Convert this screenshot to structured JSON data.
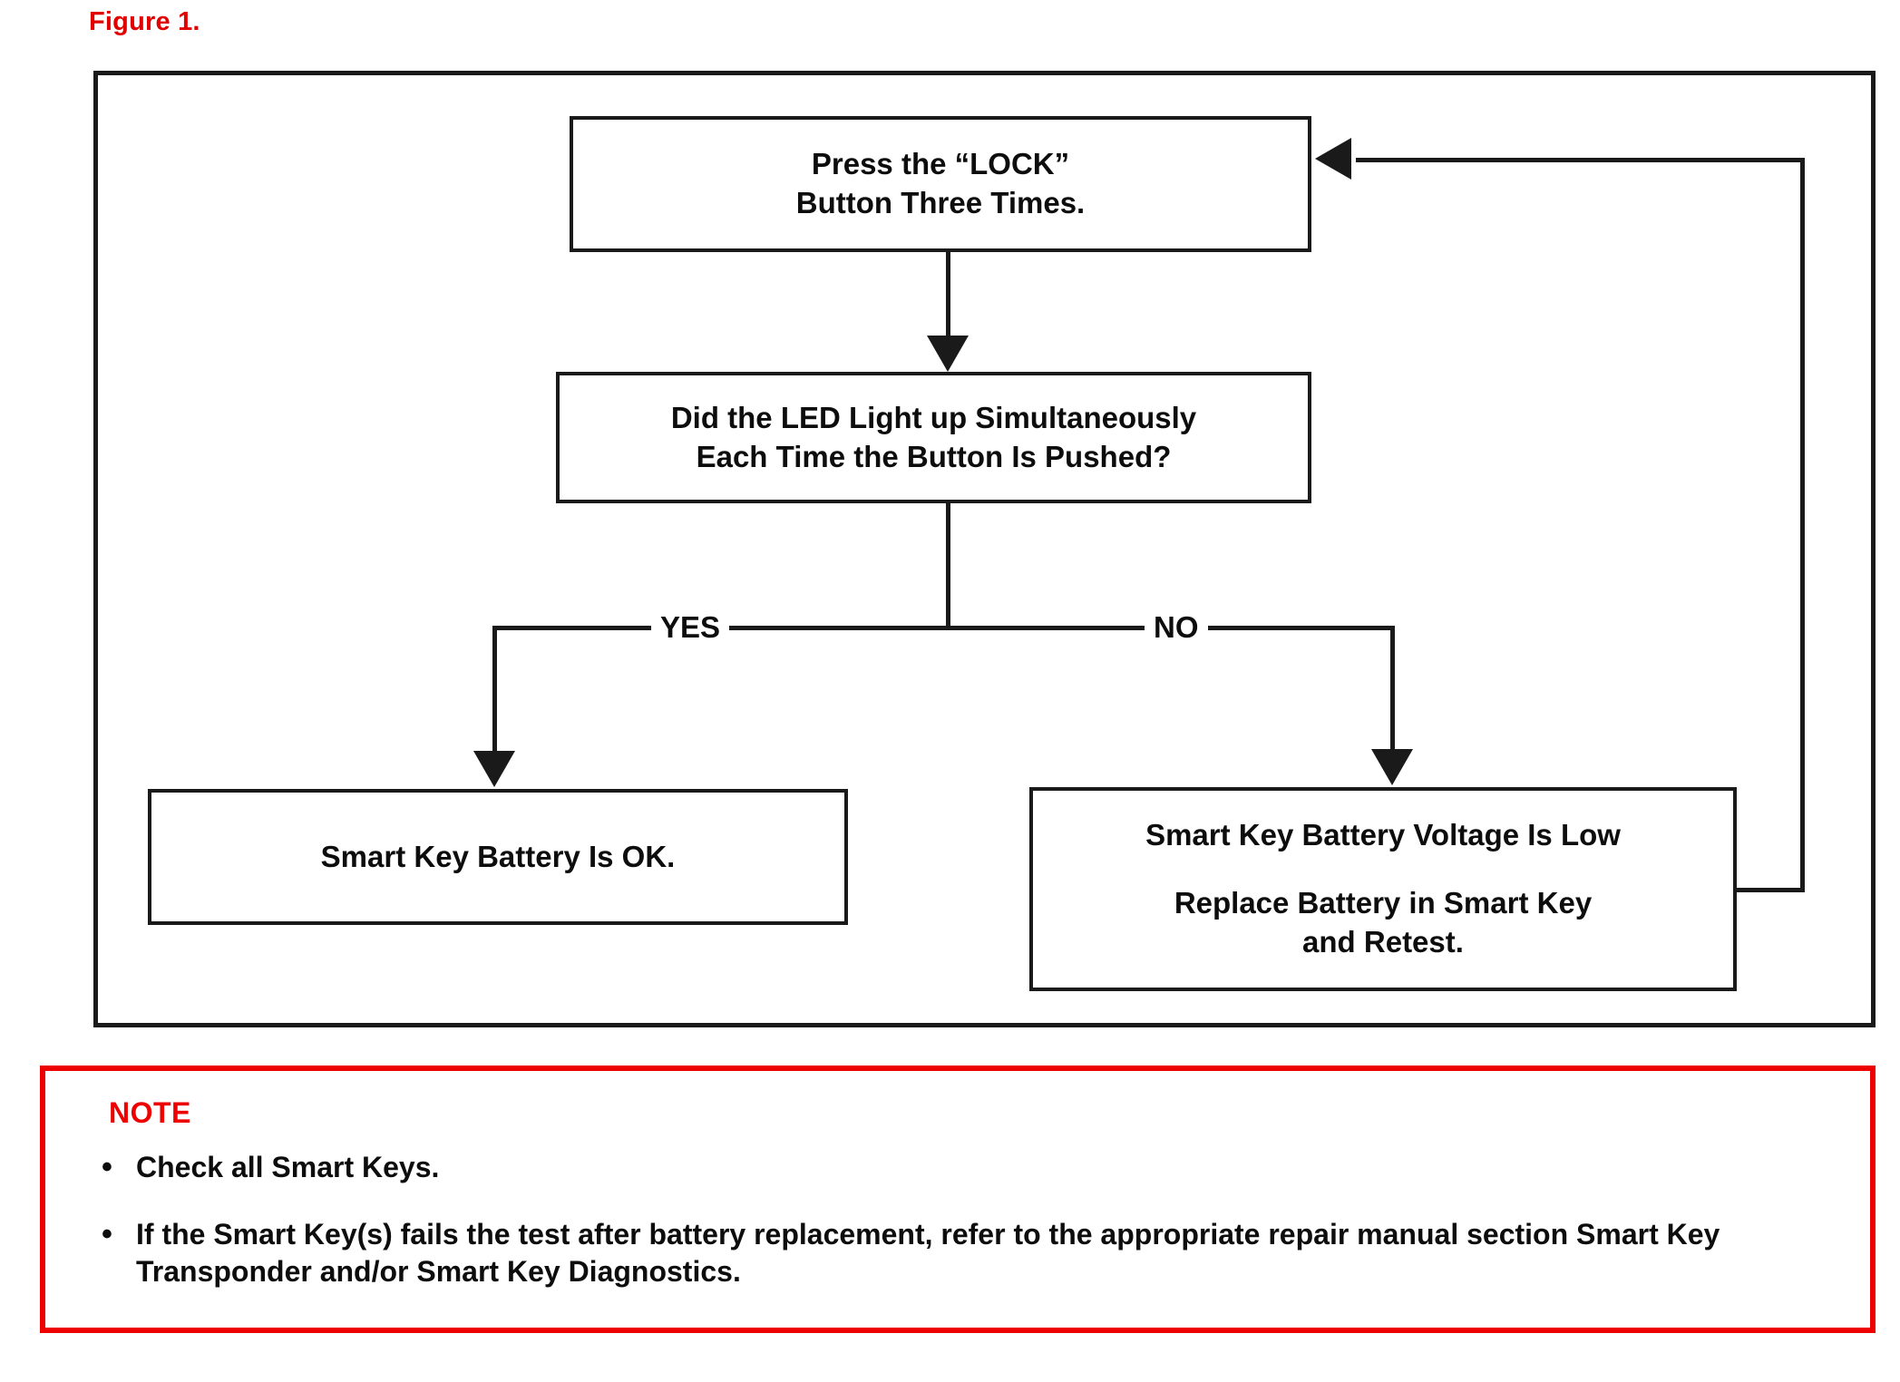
{
  "figure": {
    "caption": "Figure 1.",
    "caption_color": "#e00000",
    "border_color": "#1a1a1a"
  },
  "flowchart": {
    "nodes": [
      {
        "id": "press-lock",
        "line1": "Press the “LOCK”",
        "line2": "Button Three Times."
      },
      {
        "id": "led-question",
        "line1": "Did the LED Light up Simultaneously",
        "line2": "Each Time the Button Is Pushed?"
      },
      {
        "id": "battery-ok",
        "line1": "Smart Key Battery Is OK."
      },
      {
        "id": "battery-low",
        "line1": "Smart Key Battery Voltage Is Low",
        "line2": "Replace Battery in Smart Key",
        "line3": "and Retest."
      }
    ],
    "branch_labels": {
      "yes": "YES",
      "no": "NO"
    }
  },
  "note": {
    "title": "NOTE",
    "title_color": "#ee0000",
    "border_color": "#ee0000",
    "bullet_glyph": "•",
    "items": [
      "Check all Smart Keys.",
      "If the Smart Key(s) fails the test after battery replacement, refer to the appropriate repair manual section Smart Key Transponder and/or Smart Key Diagnostics."
    ]
  }
}
